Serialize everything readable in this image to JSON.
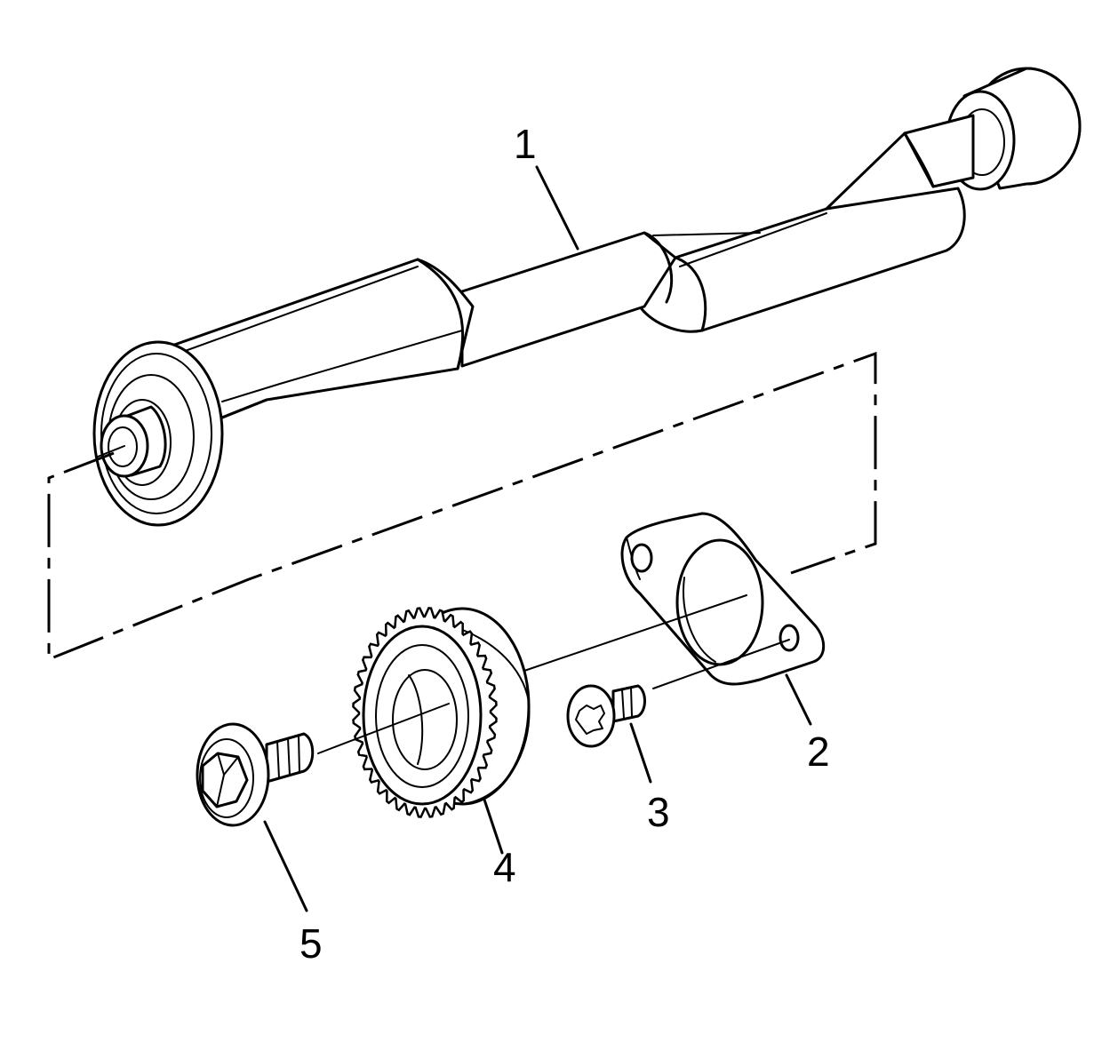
{
  "diagram": {
    "parts": [
      {
        "id": "1",
        "name": "balance-shaft"
      },
      {
        "id": "2",
        "name": "thrust-plate"
      },
      {
        "id": "3",
        "name": "torx-bolt"
      },
      {
        "id": "4",
        "name": "drive-gear"
      },
      {
        "id": "5",
        "name": "gear-bolt"
      }
    ],
    "callouts": {
      "c1": "1",
      "c2": "2",
      "c3": "3",
      "c4": "4",
      "c5": "5"
    }
  }
}
